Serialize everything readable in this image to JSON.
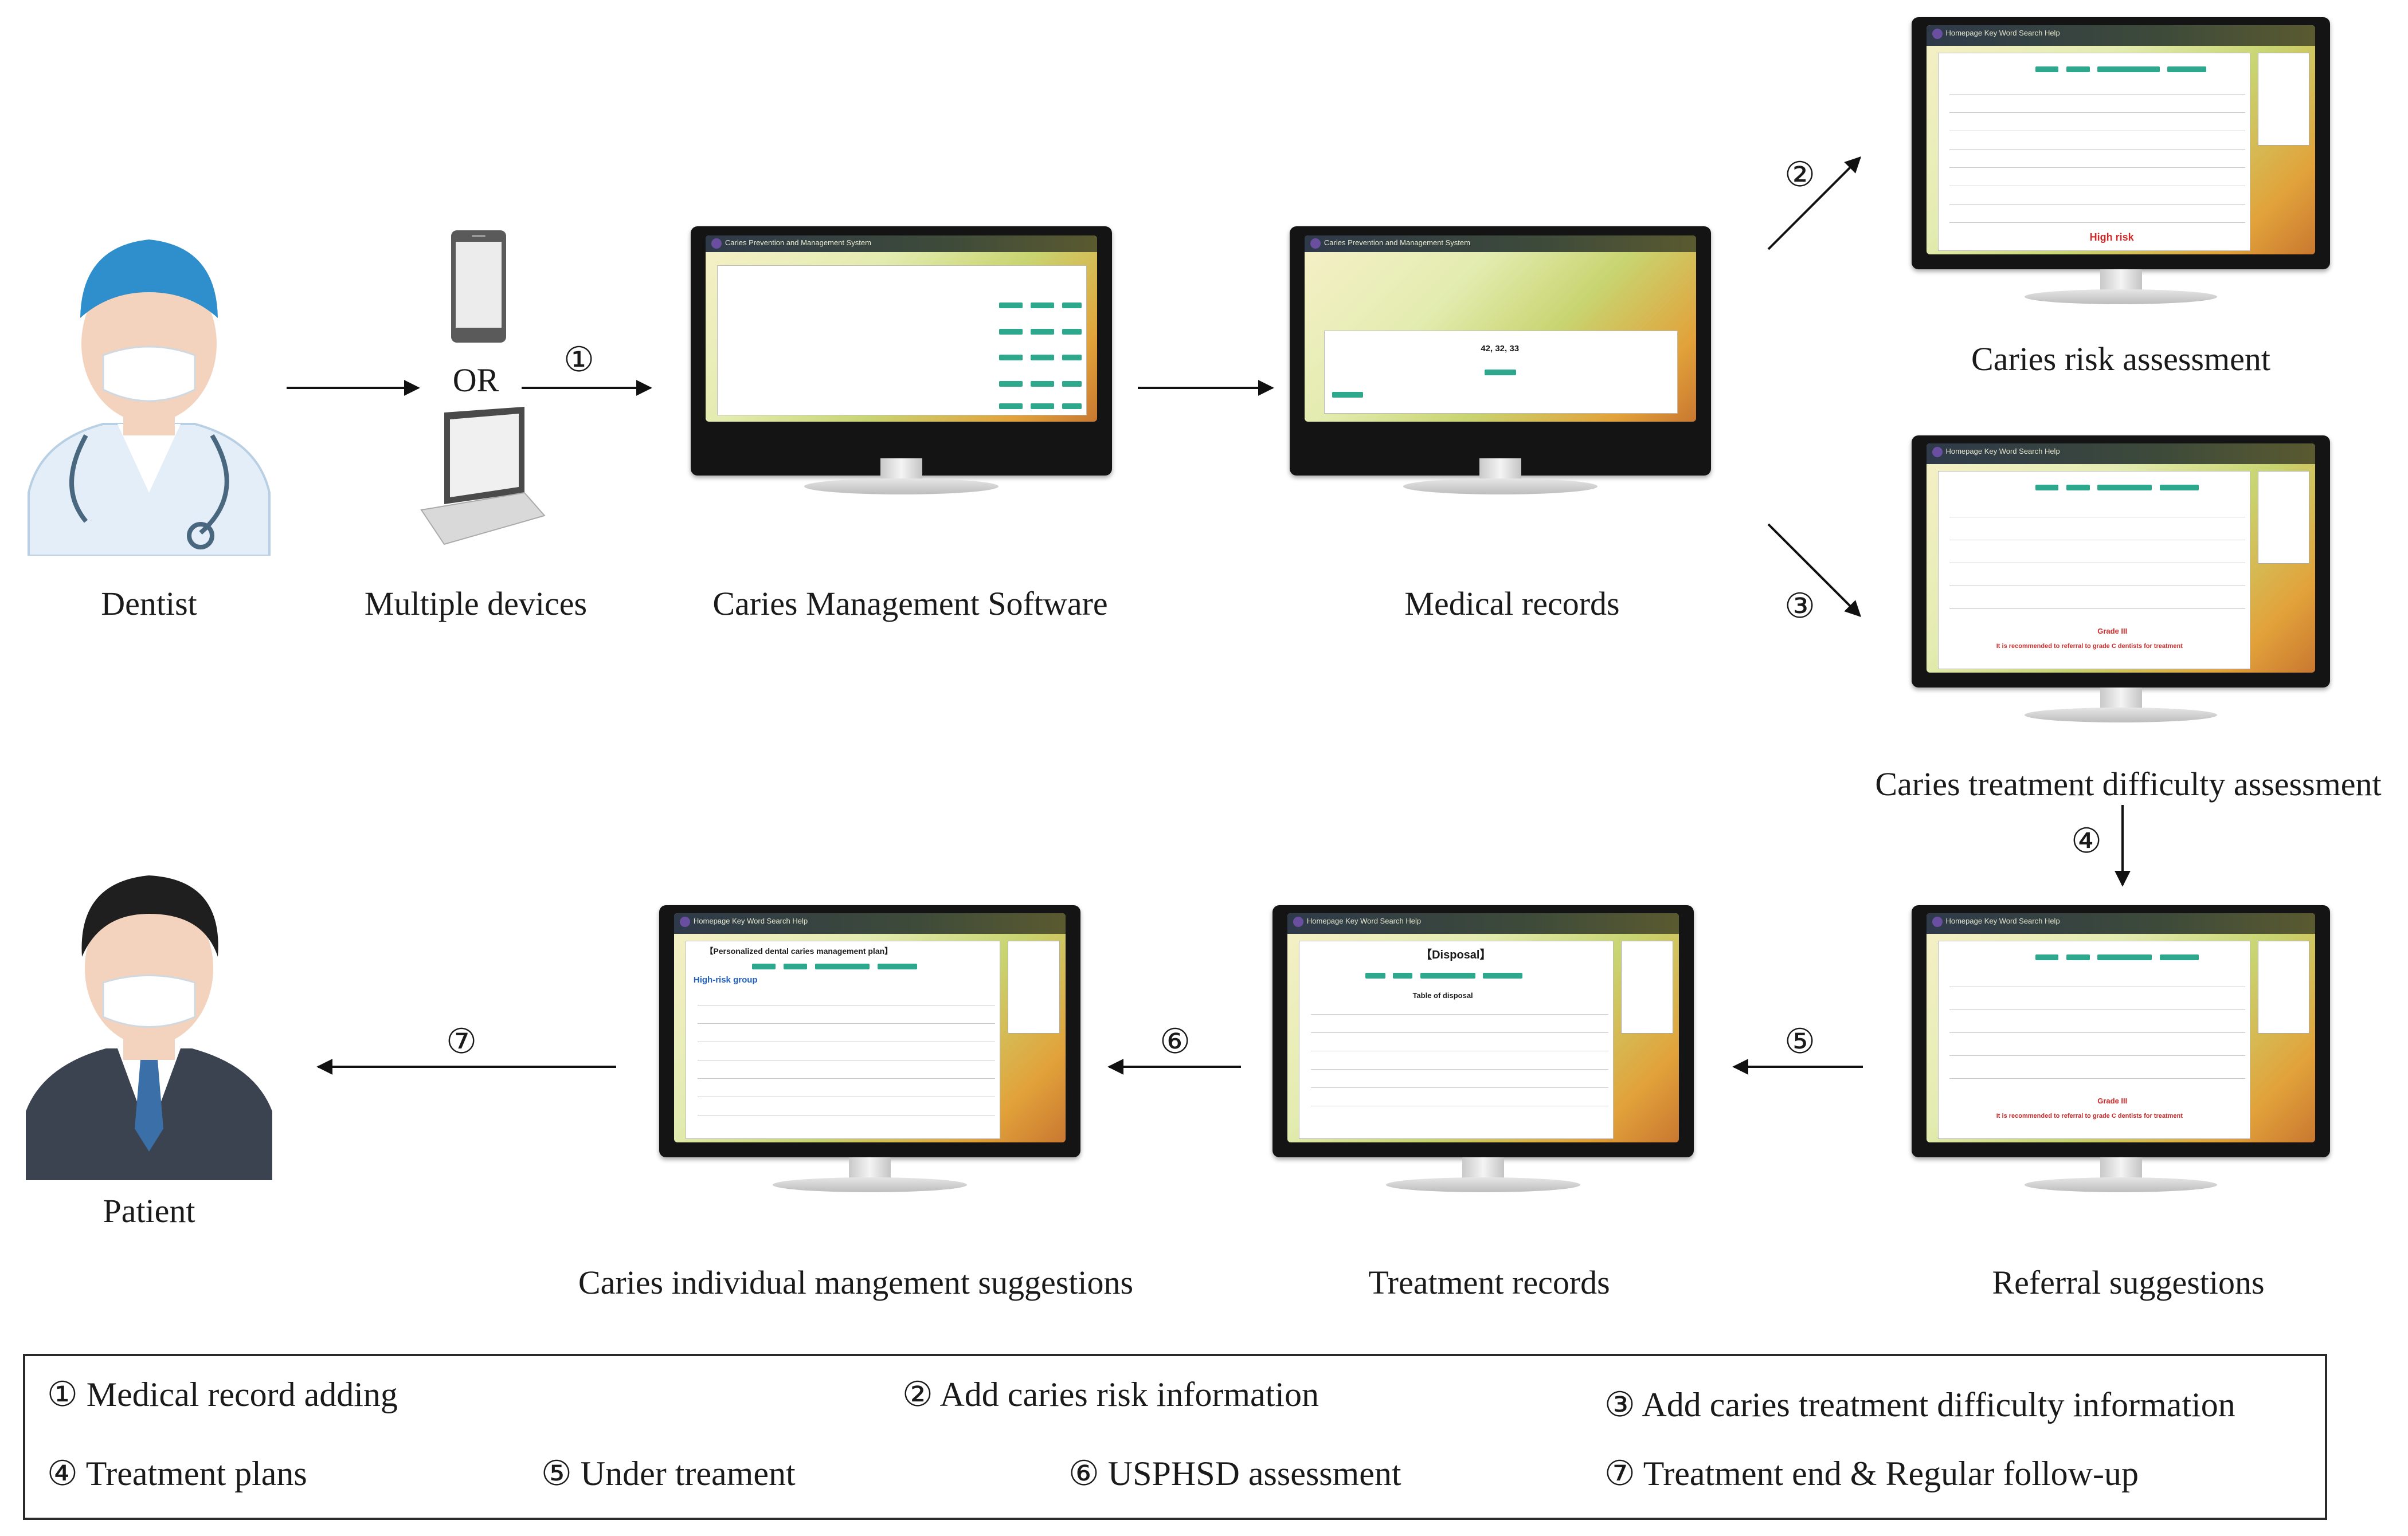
{
  "actors": {
    "dentist_label": "Dentist",
    "devices_label": "Multiple devices",
    "or_text": "OR",
    "patient_label": "Patient"
  },
  "stages": {
    "software": "Caries Management Software",
    "medical_records": "Medical records",
    "risk": "Caries risk assessment",
    "difficulty": "Caries treatment difficulty assessment",
    "referral": "Referral suggestions",
    "treatment": "Treatment records",
    "suggestions": "Caries individual mangement suggestions"
  },
  "screens": {
    "app_title": "Caries Prevention and Management System",
    "nav": "Homepage  Key Word Search  Help",
    "records_values": "42, 32, 33",
    "risk_result": "High risk",
    "grade": "Grade III",
    "referral_note": "It is recommended to referral to grade C dentists for treatment",
    "disposal_title": "【Disposal】",
    "disposal_table": "Table of disposal",
    "plan_title": "【Personalized dental caries management plan】",
    "plan_group": "High-risk group"
  },
  "steps": {
    "s1": "①",
    "s2": "②",
    "s3": "③",
    "s4": "④",
    "s5": "⑤",
    "s6": "⑥",
    "s7": "⑦"
  },
  "legend": [
    "① Medical record adding",
    "② Add caries risk information",
    "③ Add caries treatment difficulty information",
    "④ Treatment plans",
    "⑤ Under treament",
    "⑥ USPHSD assessment",
    "⑦ Treatment end & Regular follow-up"
  ],
  "colors": {
    "accent_teal": "#2ea88c",
    "alert_red": "#d02a2a",
    "dentist_cap": "#2f8fcc"
  }
}
